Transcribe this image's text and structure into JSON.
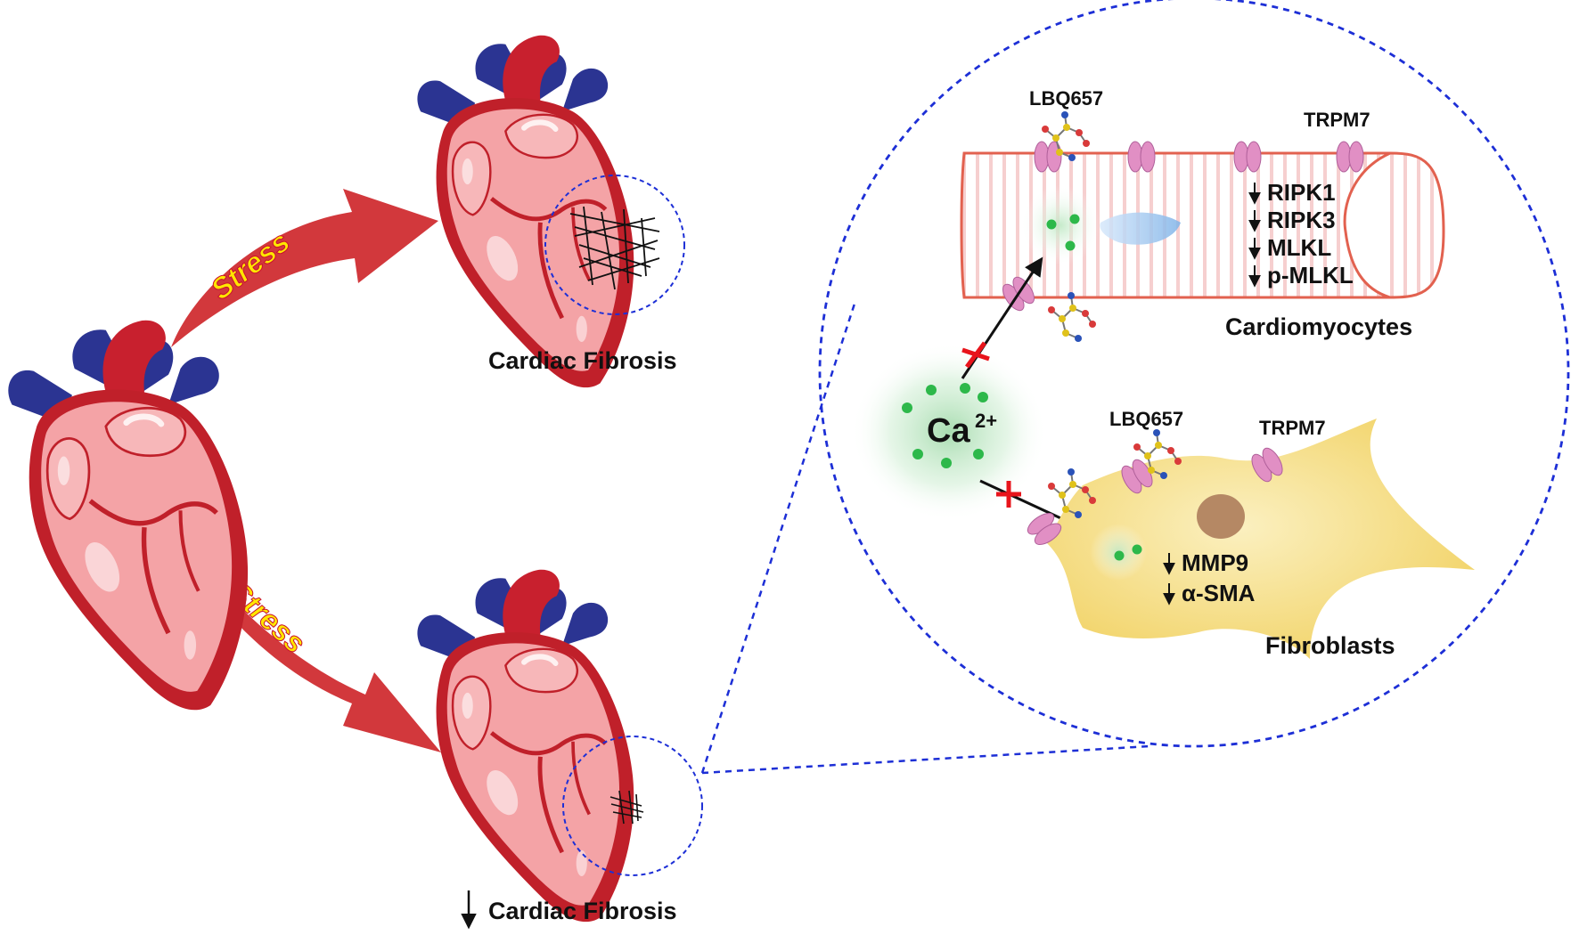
{
  "labels": {
    "stress_top": "Stress",
    "stress_bottom": "Stress",
    "cardiac_fibrosis_top": "Cardiac Fibrosis",
    "cardiac_fibrosis_bottom": "Cardiac Fibrosis",
    "lbq657_top": "LBQ657",
    "trpm7_top": "TRPM7",
    "lbq657_bottom": "LBQ657",
    "trpm7_bottom": "TRPM7",
    "cardiomyocytes": "Cardiomyocytes",
    "fibroblasts": "Fibroblasts",
    "calcium": "Ca",
    "calcium_charge": "2+"
  },
  "cardiomyocyte_markers": [
    {
      "arrow": "down",
      "name": "RIPK1"
    },
    {
      "arrow": "down",
      "name": "RIPK3"
    },
    {
      "arrow": "down",
      "name": "MLKL"
    },
    {
      "arrow": "down",
      "name": "p-MLKL"
    }
  ],
  "fibroblast_markers": [
    {
      "arrow": "down",
      "name": "MMP9"
    },
    {
      "arrow": "down",
      "name": "α-SMA"
    }
  ],
  "colors": {
    "heart_fill": "#f4a3a6",
    "heart_outline": "#c0202a",
    "aorta_red": "#c8202e",
    "vessel_blue": "#2b3492",
    "stress_arrow": "#d2383c",
    "stress_text": "#ffe600",
    "zoom_circle": "#1d2fd6",
    "cell_membrane": "#e2614f",
    "fibroblast_fill": "#f5d978",
    "channel": "#e18fc4",
    "calcium_dot": "#2db84a",
    "inhibit_cross": "#e8141b"
  }
}
